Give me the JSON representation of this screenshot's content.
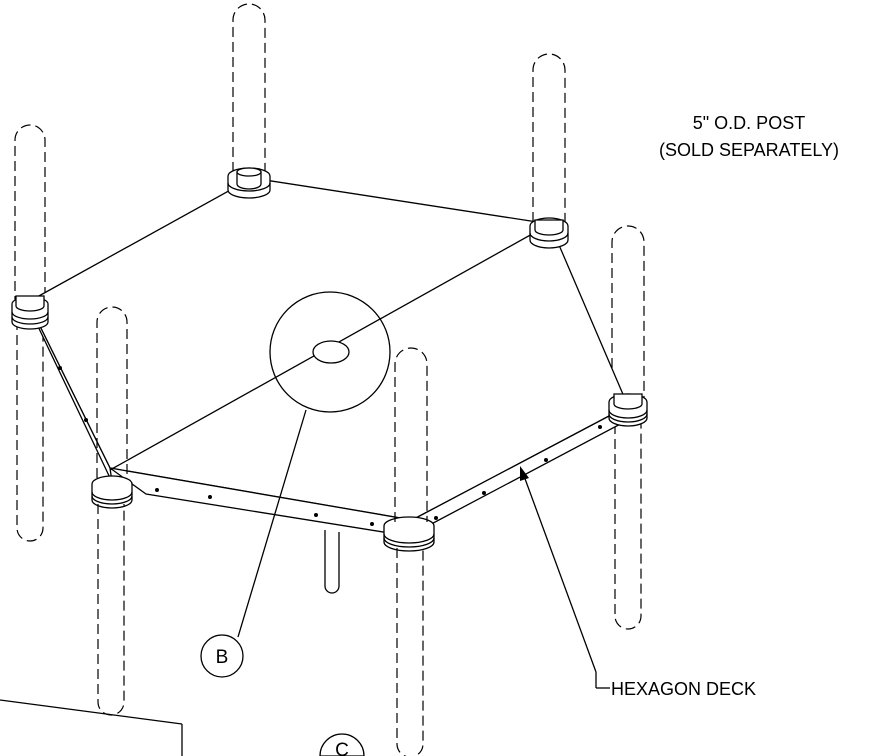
{
  "labels": {
    "post_line1": "5\" O.D. POST",
    "post_line2": "(SOLD SEPARATELY)",
    "hexagon_deck": "HEXAGON DECK"
  },
  "callouts": {
    "b": "B",
    "c": "C"
  }
}
